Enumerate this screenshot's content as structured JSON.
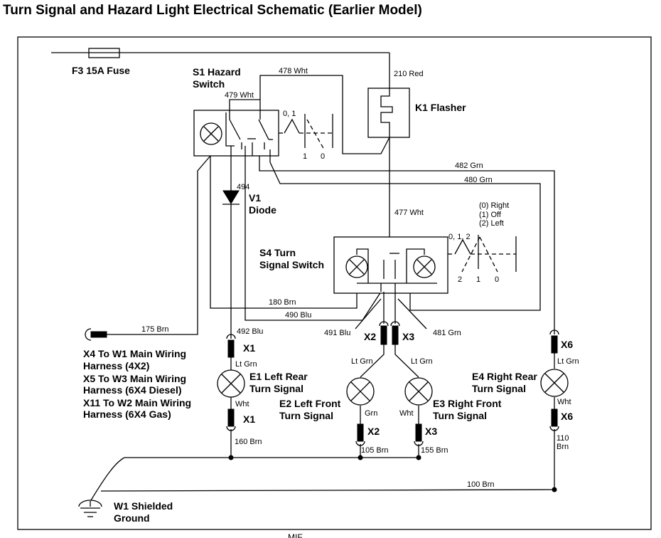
{
  "title": "Turn Signal and Hazard Light Electrical Schematic (Earlier Model)",
  "components": {
    "fuse": "F3 15A Fuse",
    "hazard_switch": [
      "S1 Hazard",
      "Switch"
    ],
    "flasher": "K1 Flasher",
    "diode": [
      "V1",
      "Diode"
    ],
    "turn_switch": [
      "S4 Turn",
      "Signal Switch"
    ],
    "e1": [
      "E1 Left Rear",
      "Turn Signal"
    ],
    "e2": [
      "E2 Left Front",
      "Turn Signal"
    ],
    "e3": [
      "E3 Right Front",
      "Turn Signal"
    ],
    "e4": [
      "E4 Right Rear",
      "Turn Signal"
    ],
    "ground": [
      "W1 Shielded",
      "Ground"
    ]
  },
  "wires": {
    "w478": "478 Wht",
    "w479": "479 Wht",
    "w210": "210 Red",
    "w482": "482 Grn",
    "w480": "480 Grn",
    "w494": "494",
    "w477": "477 Wht",
    "w180": "180 Brn",
    "w490": "490 Blu",
    "w175": "175 Brn",
    "w492": "492 Blu",
    "w491": "491 Blu",
    "w481": "481 Grn",
    "w160": "160 Brn",
    "w105": "105 Brn",
    "w155": "155 Brn",
    "w100": "100 Brn",
    "w110": [
      "110",
      "Brn"
    ],
    "ltgrn": "Lt Grn",
    "wht": "Wht",
    "grn": "Grn"
  },
  "connectors": {
    "x1": "X1",
    "x2": "X2",
    "x3": "X3",
    "x6": "X6"
  },
  "switch_positions": {
    "s1_label": "0, 1",
    "s1_pos": [
      "1",
      "0"
    ],
    "s4_label": "0, 1, 2",
    "s4_pos": [
      "2",
      "1",
      "0"
    ],
    "s4_legend": [
      "(0) Right",
      "(1) Off",
      "(2) Left"
    ]
  },
  "harness_notes": [
    "X4 To W1 Main Wiring",
    "Harness (4X2)",
    "X5 To W3 Main Wiring",
    "Harness (6X4 Diesel)",
    "X11 To W2 Main Wiring",
    "Harness (6X4 Gas)"
  ],
  "footer": "MIF"
}
